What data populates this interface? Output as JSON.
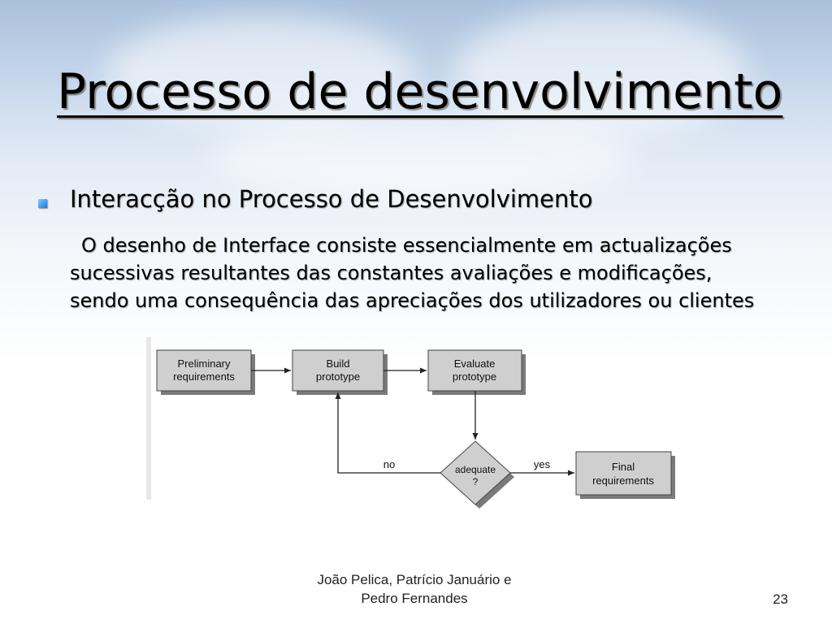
{
  "slide": {
    "title": "Processo de desenvolvimento",
    "bullet": "Interacção no Processo de Desenvolvimento",
    "body": "O desenho de Interface consiste essencialmente em actualizações sucessivas resultantes das constantes avaliações e modificações, sendo uma consequência  das apreciações dos utilizadores ou clientes"
  },
  "diagram": {
    "nodes": {
      "preliminary": [
        "Preliminary",
        "requirements"
      ],
      "build": [
        "Build",
        "prototype"
      ],
      "evaluate": [
        "Evaluate",
        "prototype"
      ],
      "decision": [
        "adequate",
        "?"
      ],
      "final": [
        "Final",
        "requirements"
      ]
    },
    "edges": {
      "no": "no",
      "yes": "yes"
    }
  },
  "footer": {
    "author_line1": "João Pelica, Patrício Januário e",
    "author_line2": "Pedro Fernandes",
    "page_number": "23"
  },
  "colors": {
    "box_fill": "#cfcfcf",
    "box_shadow": "#7a7a7a",
    "bullet": "#1a73d9"
  }
}
